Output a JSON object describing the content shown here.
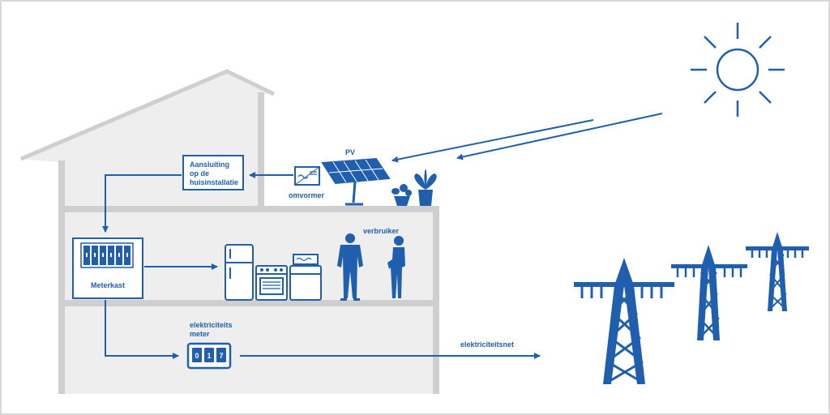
{
  "labels": {
    "connection_line1": "Aansluiting",
    "connection_line2": "op de",
    "connection_line3": "huisinstallatie",
    "pv": "PV",
    "inverter": "omvormer",
    "consumer": "verbruiker",
    "meter_cabinet": "Meterkast",
    "meter_line1": "elektriciteits",
    "meter_line2": "meter",
    "grid": "elektriciteitsnet"
  },
  "meter_digits": [
    "0",
    "1",
    "7"
  ],
  "colors": {
    "accent": "#1f5fad",
    "house_fill": "#eeeeee",
    "house_wall": "#cfcfcf"
  }
}
